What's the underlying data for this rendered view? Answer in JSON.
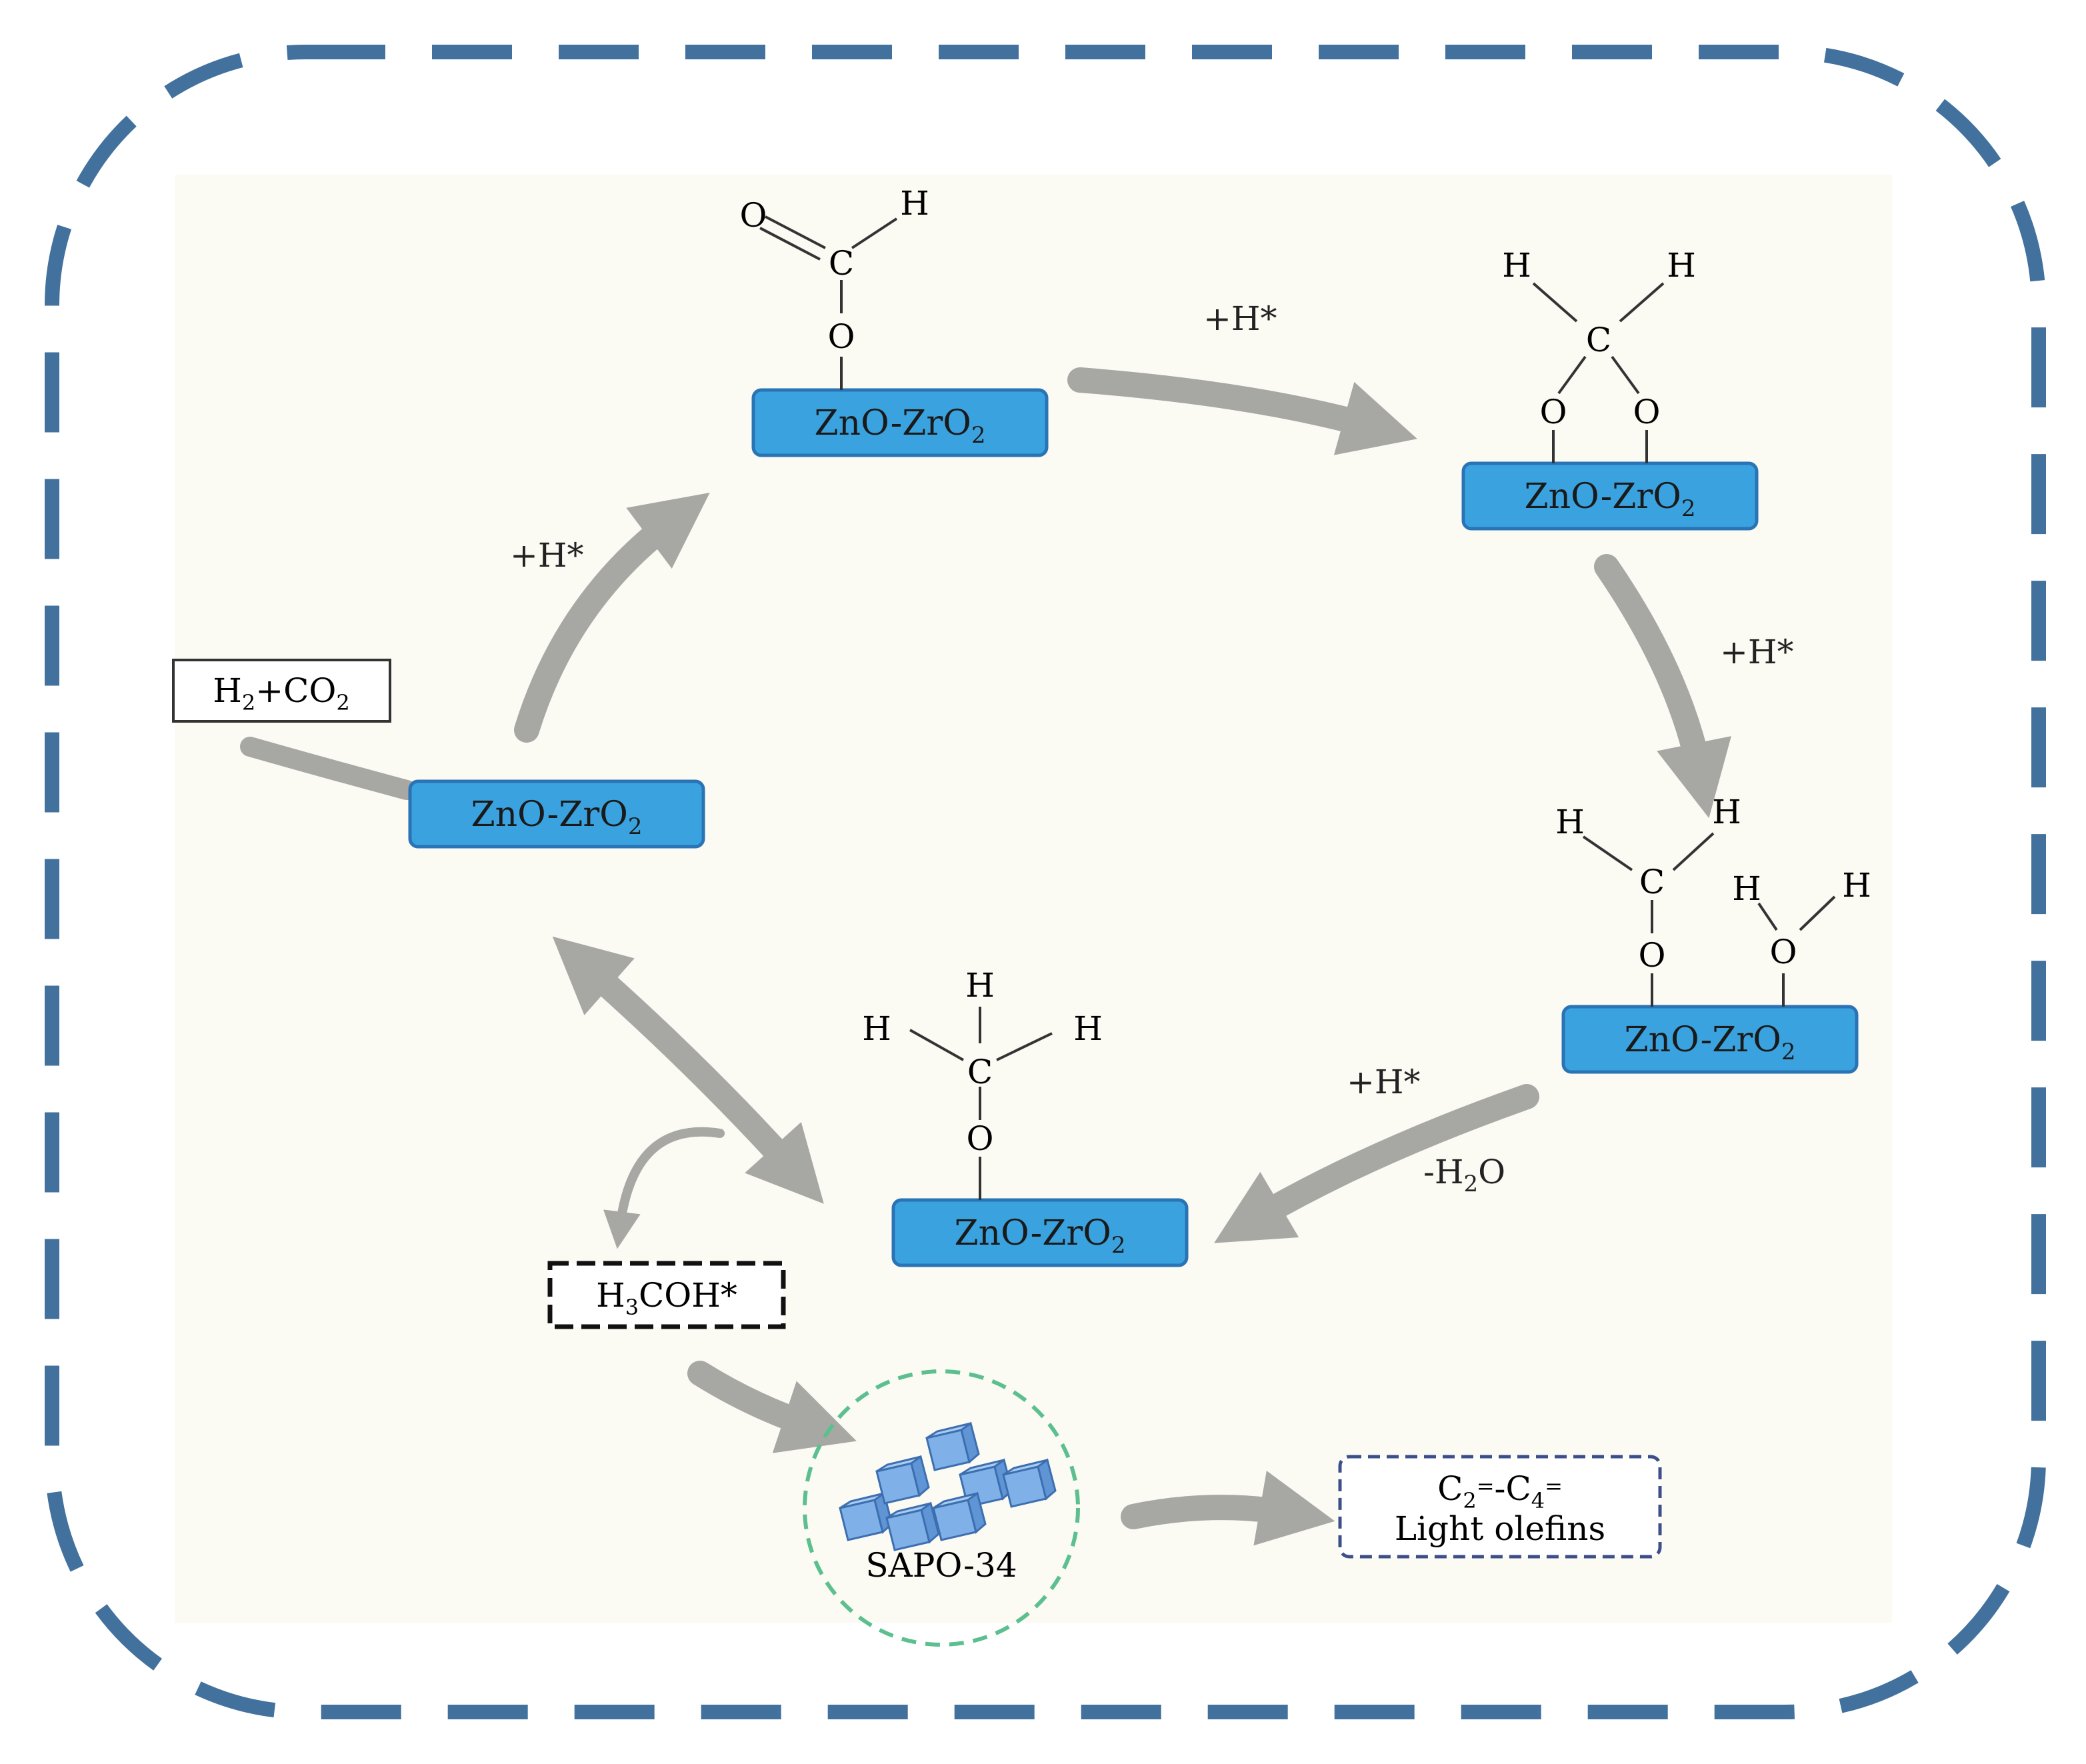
{
  "catalyst": {
    "name": "ZnO-ZrO",
    "subscript": "2",
    "fill": "#3aa3df",
    "stroke": "#2a73b5"
  },
  "reagent": {
    "prefix": "H",
    "sub1": "2",
    "mid": "+CO",
    "sub2": "2"
  },
  "step_labels": {
    "plus_h": "+H*",
    "minus_h2o_prefix": "-H",
    "minus_h2o_sub": "2",
    "minus_h2o_suffix": "O"
  },
  "atoms": {
    "oxygen": "O",
    "carbon": "C",
    "hydrogen": "H"
  },
  "methanol": {
    "prefix": "H",
    "sub": "3",
    "suffix": "COH*"
  },
  "zeolite": {
    "name": "SAPO-34",
    "ring_color": "#5cbf8f",
    "crystal_color": "#7fb1e8"
  },
  "product": {
    "c2": "C",
    "c2_sub": "2",
    "c2_sup": "=",
    "dash": "-",
    "c4": "C",
    "c4_sub": "4",
    "c4_sup": "=",
    "name": "Light olefins",
    "border": "#3c4f8a"
  },
  "colors": {
    "frame": "#41719c",
    "panel": "#fbfaf3",
    "arrow": "#a7a7a4"
  }
}
